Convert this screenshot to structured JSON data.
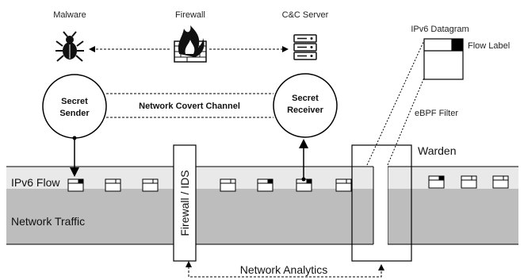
{
  "labels": {
    "malware": "Malware",
    "firewall": "Firewall",
    "cnc_server": "C&C Server",
    "ipv6_datagram": "IPv6 Datagram",
    "flow_label": "Flow Label",
    "secret_sender": [
      "Secret",
      "Sender"
    ],
    "secret_receiver": [
      "Secret",
      "Receiver"
    ],
    "covert_channel": "Network Covert Channel",
    "ebpf_filter": "eBPF Filter",
    "warden": "Warden",
    "ipv6_flow": "IPv6 Flow",
    "network_traffic": "Network Traffic",
    "firewall_ids": "Firewall / IDS",
    "network_analytics": "Network Analytics"
  },
  "icons": {
    "malware": "bug-icon",
    "firewall": "firewall-icon",
    "cnc_server": "server-icon"
  },
  "colors": {
    "flow_band": "#e9e9e9",
    "traffic_band": "#bdbdbd",
    "stroke": "#000000",
    "packet_marker": "#000000"
  }
}
